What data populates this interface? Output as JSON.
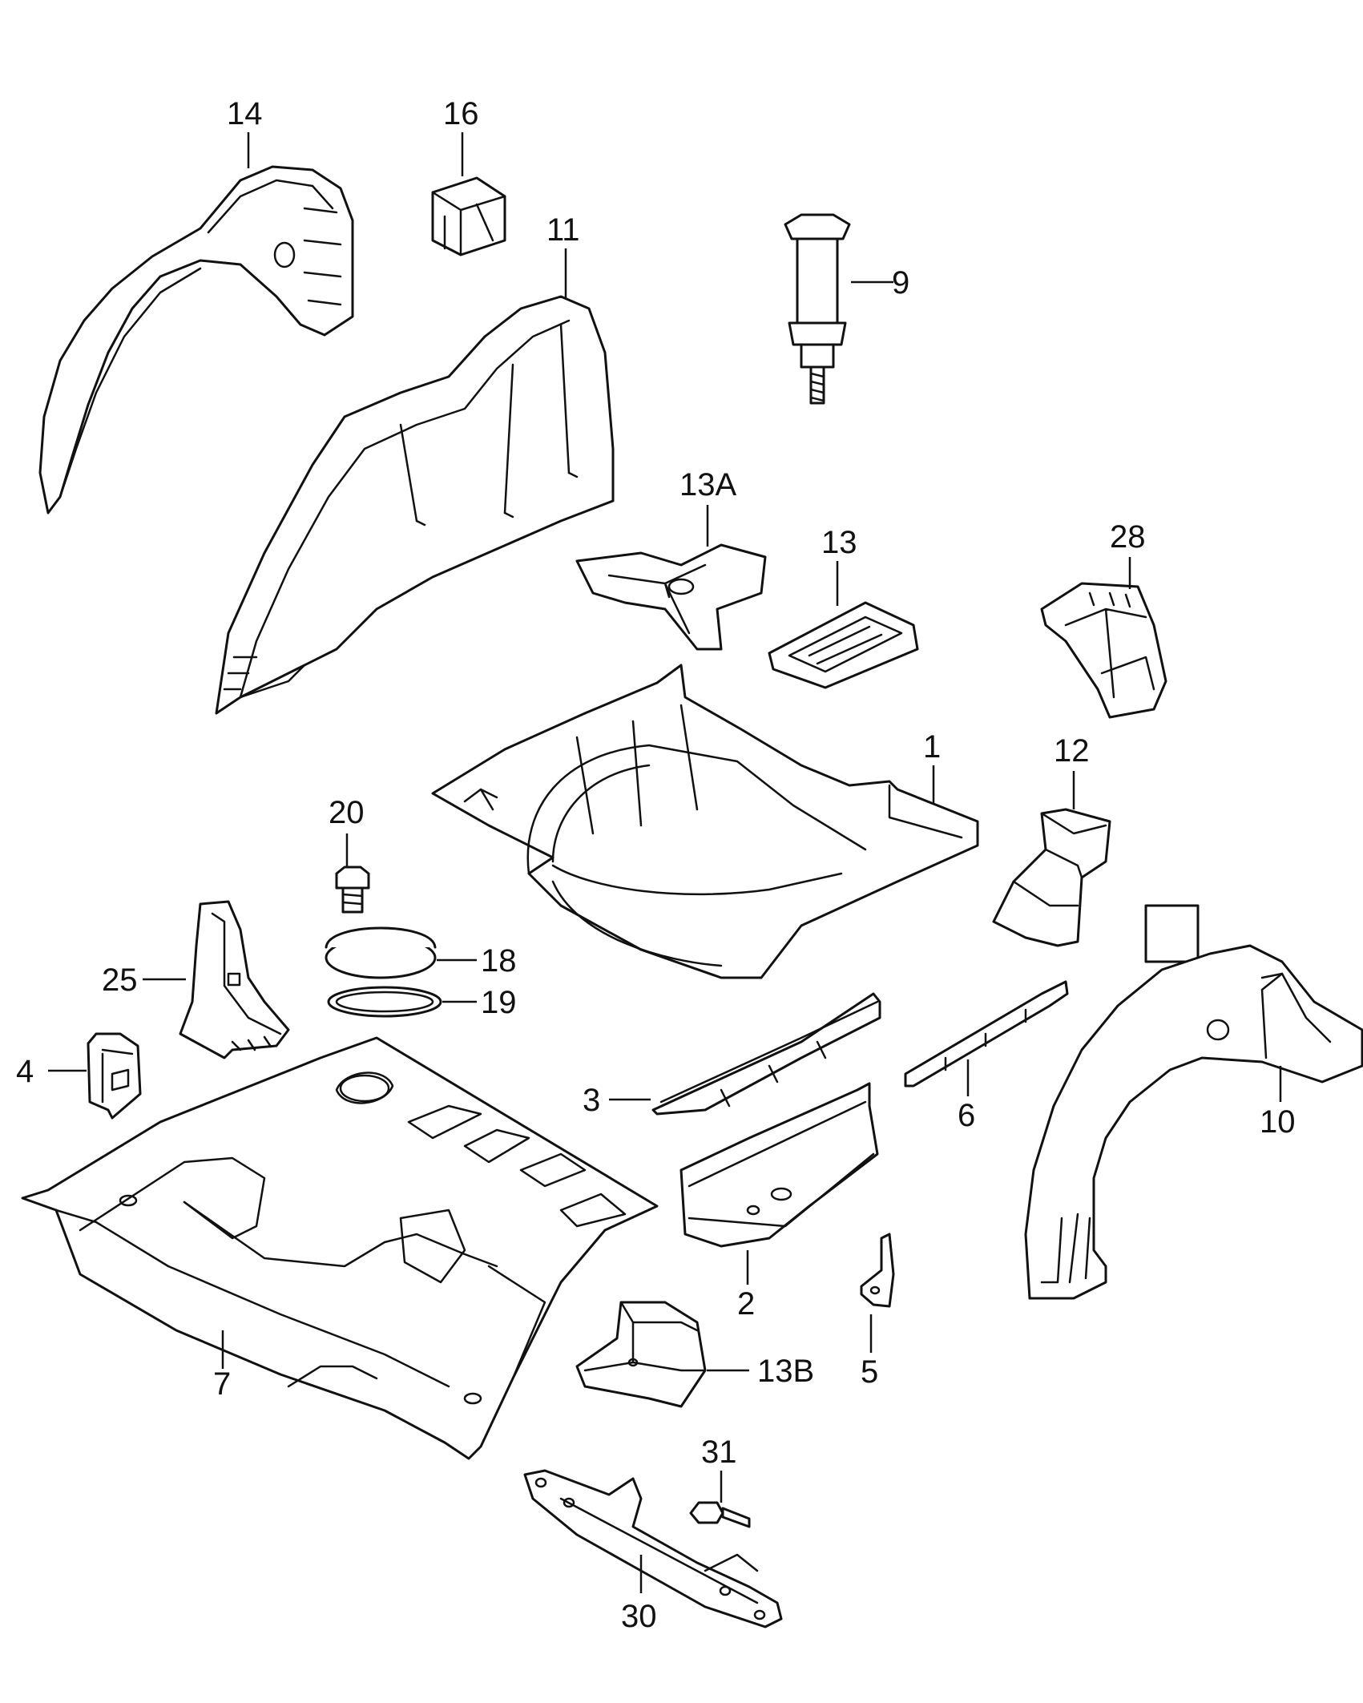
{
  "callouts": {
    "c1": "1",
    "c2": "2",
    "c3": "3",
    "c4": "4",
    "c5": "5",
    "c6": "6",
    "c7": "7",
    "c9": "9",
    "c10": "10",
    "c11": "11",
    "c12": "12",
    "c13": "13",
    "c13a": "13A",
    "c13b": "13B",
    "c14": "14",
    "c16": "16",
    "c18": "18",
    "c19": "19",
    "c20": "20",
    "c25": "25",
    "c28": "28",
    "c30": "30",
    "c31": "31"
  }
}
